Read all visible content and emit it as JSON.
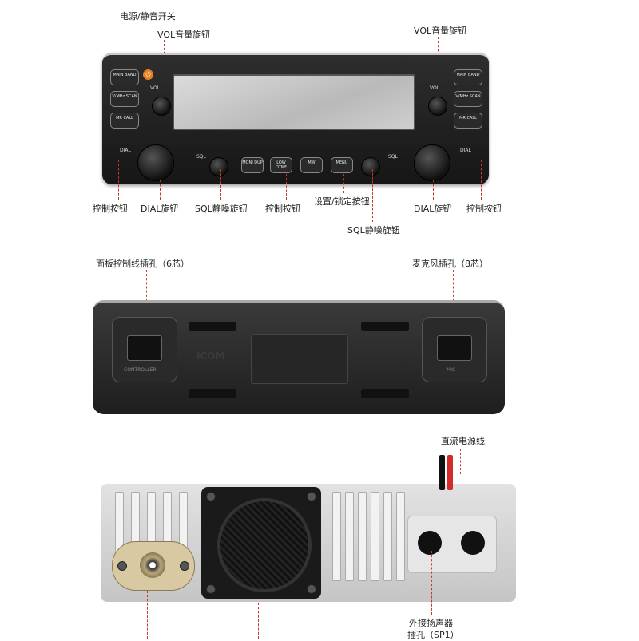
{
  "labels": {
    "power_mute": "电源/静音开关",
    "vol_left": "VOL音量旋钮",
    "vol_right": "VOL音量旋钮",
    "ctrl_left": "控制按钮",
    "dial_left": "DIAL旋钮",
    "sql_left": "SQL静噪旋钮",
    "ctrl_center": "控制按钮",
    "settings_lock": "设置/锁定按钮",
    "sql_right": "SQL静噪旋钮",
    "dial_right": "DIAL旋钮",
    "ctrl_right": "控制按钮",
    "panel_jack": "面板控制线插孔（6芯）",
    "mic_jack": "麦克风插孔（8芯）",
    "dc_cable": "直流电源线",
    "ext_speaker": "外接扬声器",
    "ext_speaker_2": "插孔（SP1）"
  },
  "front_panel": {
    "left_buttons": [
      "MAIN BAND",
      "V/MHz SCAN",
      "MR CALL"
    ],
    "right_buttons": [
      "MAIN BAND",
      "V/MHz SCAN",
      "MR CALL"
    ],
    "bottom_buttons": [
      "MONI DUP",
      "LOW DTMF",
      "MW",
      "MENU"
    ],
    "vol": "VOL",
    "sql": "SQL",
    "dial": "DIAL"
  },
  "middle_panel": {
    "left_jack": "CONTROLLER",
    "right_jack": "MIC",
    "brand": "ICOM"
  },
  "colors": {
    "leader": "#c0392b",
    "power_button": "#e67e22"
  }
}
